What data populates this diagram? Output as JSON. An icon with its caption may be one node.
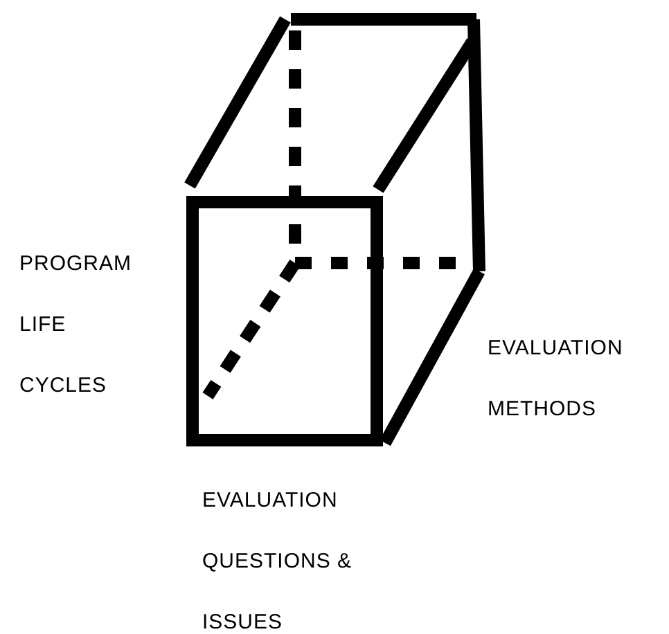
{
  "diagram": {
    "labels": [
      "PROGRAM LIFE CYCLES",
      "EVALUATION METHODS",
      "EVALUATION QUESTIONS & ISSUES"
    ]
  }
}
